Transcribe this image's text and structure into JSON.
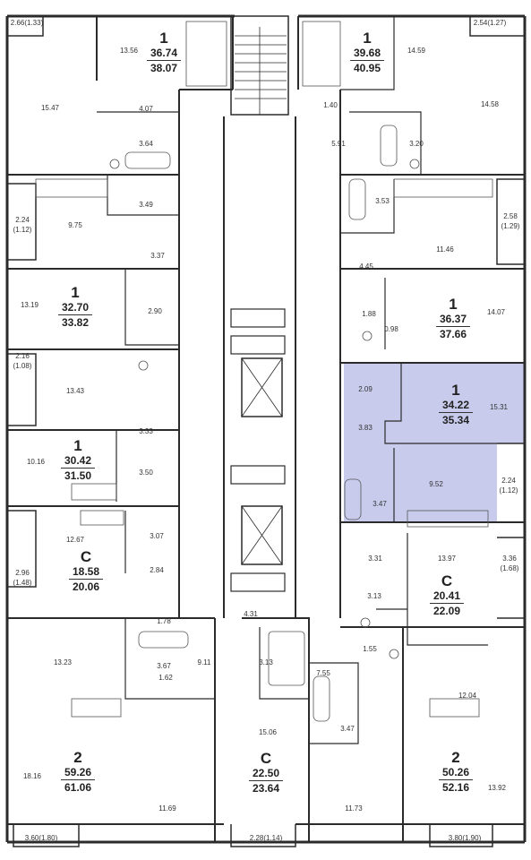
{
  "colors": {
    "wall": "#2b2b2b",
    "highlight": "#c8cbec",
    "background": "#ffffff"
  },
  "apartments": [
    {
      "id": "a1",
      "rooms": "1",
      "living_area": "36.74",
      "total_area": "38.07"
    },
    {
      "id": "a2",
      "rooms": "1",
      "living_area": "39.68",
      "total_area": "40.95"
    },
    {
      "id": "a3",
      "rooms": "1",
      "living_area": "32.70",
      "total_area": "33.82"
    },
    {
      "id": "a4",
      "rooms": "1",
      "living_area": "36.37",
      "total_area": "37.66"
    },
    {
      "id": "a5",
      "rooms": "1",
      "living_area": "34.22",
      "total_area": "35.34",
      "highlighted": true
    },
    {
      "id": "a6",
      "rooms": "1",
      "living_area": "30.42",
      "total_area": "31.50"
    },
    {
      "id": "a7",
      "rooms": "С",
      "living_area": "18.58",
      "total_area": "20.06"
    },
    {
      "id": "a8",
      "rooms": "С",
      "living_area": "20.41",
      "total_area": "22.09"
    },
    {
      "id": "a9",
      "rooms": "С",
      "living_area": "22.50",
      "total_area": "23.64"
    },
    {
      "id": "a10",
      "rooms": "2",
      "living_area": "59.26",
      "total_area": "61.06"
    },
    {
      "id": "a11",
      "rooms": "2",
      "living_area": "50.26",
      "total_area": "52.16"
    }
  ],
  "room_areas": [
    "2.66(1.33)",
    "13.56",
    "2.54(1.27)",
    "14.59",
    "15.47",
    "4.07",
    "1.40",
    "14.58",
    "3.64",
    "5.91",
    "3.20",
    "3.49",
    "3.53",
    "2.24",
    "(1.12)",
    "9.75",
    "2.58",
    "(1.29)",
    "11.46",
    "3.37",
    "4.45",
    "13.19",
    "2.90",
    "1.88",
    "0.98",
    "14.07",
    "2.16",
    "(1.08)",
    "13.43",
    "2.09",
    "15.31",
    "3.83",
    "3.33",
    "10.16",
    "3.50",
    "9.52",
    "2.24",
    "(1.12)",
    "3.47",
    "12.67",
    "3.07",
    "3.31",
    "13.97",
    "3.36",
    "(1.68)",
    "2.96",
    "(1.48)",
    "2.84",
    "3.13",
    "1.78",
    "4.31",
    "1.55",
    "13.23",
    "9.11",
    "3.13",
    "7.55",
    "3.67",
    "1.62",
    "12.04",
    "15.06",
    "3.47",
    "18.16",
    "13.92",
    "11.69",
    "11.73",
    "3.60(1.80)",
    "2.28(1.14)",
    "3.80(1.90)"
  ]
}
